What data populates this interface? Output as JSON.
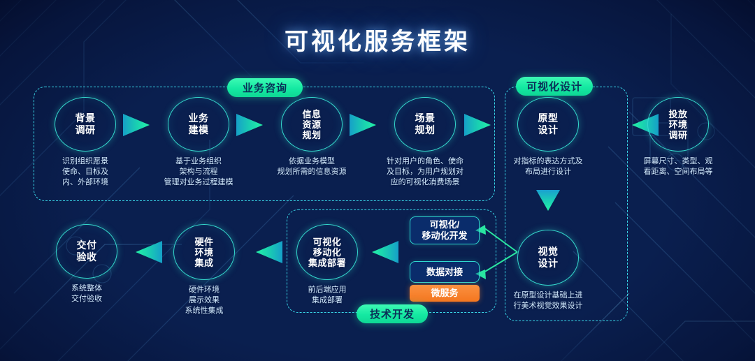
{
  "page": {
    "title": "可视化服务框架"
  },
  "theme": {
    "bg_dark": "#0a1f4f",
    "bg_center": "#1272d8",
    "pill_green": "#14e9a2",
    "ring_teal": "#35d9cd",
    "arrow_green": "#1fd9a6",
    "dash_cyan": "#39d7e8",
    "badge_orange": "#f4761f",
    "text_white": "#ffffff",
    "text_desc": "#d4ecff"
  },
  "groups": [
    {
      "id": "consult",
      "label": "业务咨询"
    },
    {
      "id": "design",
      "label": "可视化设计"
    },
    {
      "id": "tech",
      "label": "技术开发"
    }
  ],
  "nodes": {
    "background_research": {
      "title": "背景\n调研",
      "desc": "识别组织愿景\n使命、目标及\n内、外部环境"
    },
    "business_modeling": {
      "title": "业务\n建模",
      "desc": "基于业务组织\n架构与流程\n管理对业务过程建模"
    },
    "info_resource_planning": {
      "title": "信息\n资源\n规划",
      "desc": "依据业务模型\n规划所需的信息资源"
    },
    "scenario_planning": {
      "title": "场景\n规划",
      "desc": "针对用户的角色、使命\n及目标，为用户规划对\n应的可视化消费场景"
    },
    "prototype_design": {
      "title": "原型\n设计",
      "desc": "对指标的表达方式及\n布局进行设计"
    },
    "environment_research": {
      "title": "投放\n环境\n调研",
      "desc": "屏幕尺寸、类型、观\n看距离、空间布局等"
    },
    "visual_design": {
      "title": "视觉\n设计",
      "desc": "在原型设计基础上进\n行美术视觉效果设计"
    },
    "integration_deploy": {
      "title": "可视化\n移动化\n集成部署",
      "desc": "前后端应用\n集成部署"
    },
    "hardware_integration": {
      "title": "硬件\n环境\n集成",
      "desc": "硬件环境\n展示效果\n系统性集成"
    },
    "delivery_acceptance": {
      "title": "交付\n验收",
      "desc": "系统整体\n交付验收"
    }
  },
  "tech_boxes": [
    {
      "id": "vis-mobile-dev",
      "label": "可视化/\n移动化开发"
    },
    {
      "id": "data-docking",
      "label": "数据对接"
    },
    {
      "id": "microservice",
      "label": "微服务"
    }
  ]
}
